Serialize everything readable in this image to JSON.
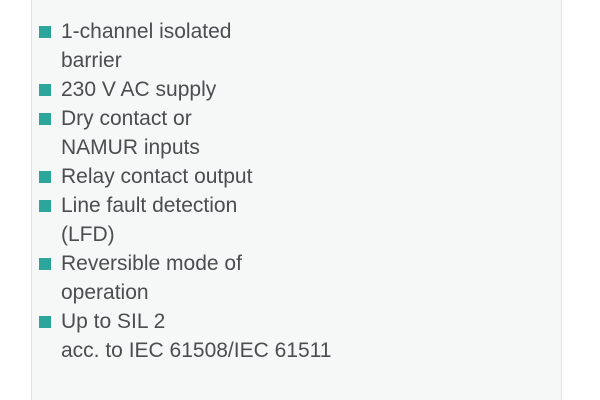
{
  "accent_color": "#2aa69a",
  "features": [
    {
      "lines": [
        "1-channel isolated",
        "barrier"
      ]
    },
    {
      "lines": [
        "230 V AC supply"
      ]
    },
    {
      "lines": [
        "Dry contact or",
        "NAMUR inputs"
      ]
    },
    {
      "lines": [
        "Relay contact output"
      ]
    },
    {
      "lines": [
        "Line fault detection",
        "(LFD)"
      ]
    },
    {
      "lines": [
        "Reversible mode of",
        "operation"
      ]
    },
    {
      "lines": [
        "Up to SIL 2",
        "acc. to IEC 61508/IEC 61511"
      ]
    }
  ]
}
